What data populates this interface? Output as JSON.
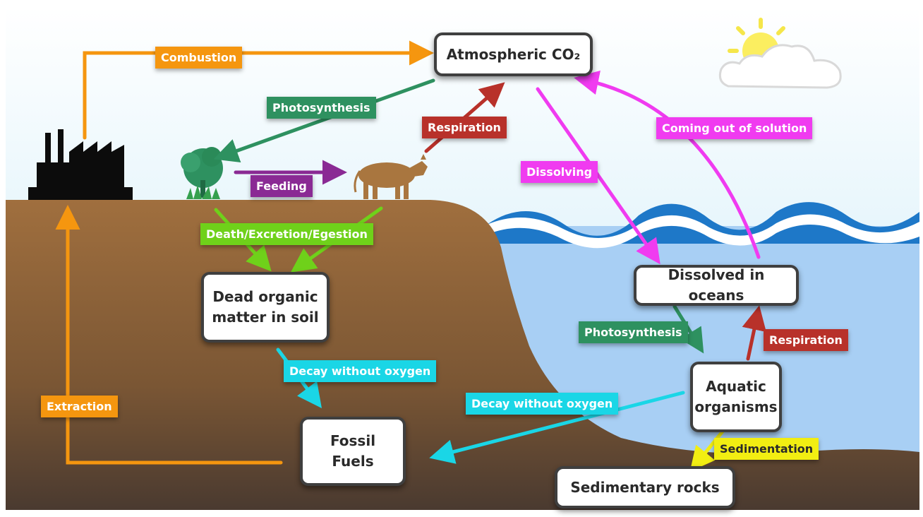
{
  "nodes": {
    "atmosphere": "Atmospheric CO₂",
    "dead_matter": "Dead organic\nmatter in soil",
    "fossil_fuels": "Fossil Fuels",
    "dissolved": "Dissolved in oceans",
    "aquatic": "Aquatic\norganisms",
    "sedimentary": "Sedimentary rocks"
  },
  "processes": {
    "combustion": "Combustion",
    "photosynthesis_land": "Photosynthesis",
    "respiration_land": "Respiration",
    "feeding": "Feeding",
    "death": "Death/Excretion/Egestion",
    "decay_soil": "Decay without oxygen",
    "extraction": "Extraction",
    "dissolving": "Dissolving",
    "coming_out": "Coming out of solution",
    "photosynthesis_ocean": "Photosynthesis",
    "respiration_ocean": "Respiration",
    "decay_ocean": "Decay without oxygen",
    "sedimentation": "Sedimentation"
  },
  "colors": {
    "combustion": "#f5960f",
    "extraction": "#f5960f",
    "photosynthesis": "#2e9160",
    "respiration": "#b8312a",
    "feeding": "#8a2a94",
    "death": "#6fd11a",
    "decay": "#1ad6e6",
    "dissolving": "#f03bf0",
    "sedimentation": "#f2ee12",
    "ground": "#9a6c3c",
    "ocean": "#a8cff4",
    "wave": "#1e78c8"
  },
  "icons": [
    "factory-icon",
    "tree-icon",
    "cow-icon",
    "sun-icon",
    "cloud-icon",
    "ocean-wave-icon"
  ]
}
